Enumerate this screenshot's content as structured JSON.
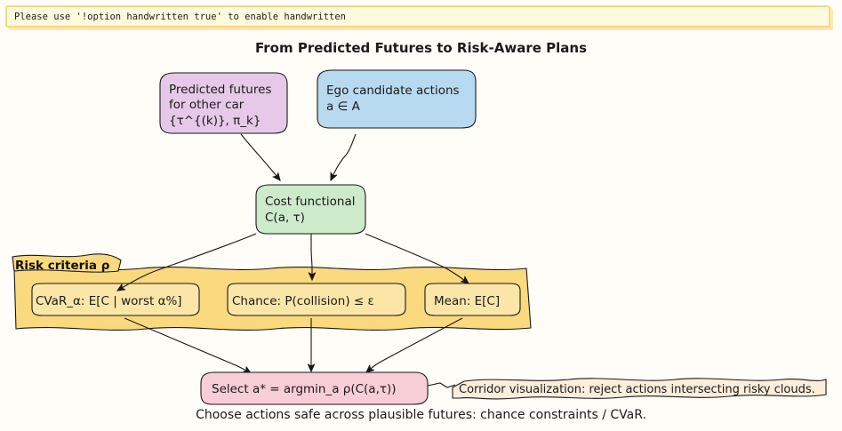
{
  "banner": {
    "message": "Please use '!option handwritten true' to enable handwritten",
    "bg_color": "#fcfbdd",
    "border_color": "#fcd77f"
  },
  "title": "From Predicted Futures to Risk-Aware Plans",
  "caption": "Choose actions safe across plausible futures: chance constraints / CVaR.",
  "background_color": "#fefdf8",
  "nodes": {
    "predicted_futures": {
      "line1": "Predicted futures",
      "line2": "for other car",
      "line3": "{τ^{(k)}, π_k}",
      "fill": "#e6c9e8",
      "stroke": "#9a4f9e"
    },
    "ego_actions": {
      "line1": "Ego candidate actions",
      "line2": "a ∈ A",
      "fill": "#b8daf0",
      "stroke": "#3c78a8"
    },
    "cost_functional": {
      "line1": "Cost functional",
      "line2": "C(a, τ)",
      "fill": "#cdeaca",
      "stroke": "#4f8a4a"
    },
    "select": {
      "line1": "Select a* = argmin_a  ρ(C(a,τ))",
      "fill": "#f7cdd6",
      "stroke": "#c0637a"
    }
  },
  "group": {
    "label": "Risk criteria ρ",
    "fill": "#fad97f",
    "stroke": "#181818",
    "items": [
      {
        "label": "CVaR_α:  E[C | worst α%]",
        "fill": "#fbe6a8"
      },
      {
        "label": "Chance:  P(collision) ≤ ε",
        "fill": "#fbe6a8"
      },
      {
        "label": "Mean:  E[C]",
        "fill": "#fbe6a8"
      }
    ]
  },
  "note": {
    "text": "Corridor visualization: reject actions intersecting risky clouds.",
    "fill": "#fdeedc",
    "stroke": "#181818"
  }
}
